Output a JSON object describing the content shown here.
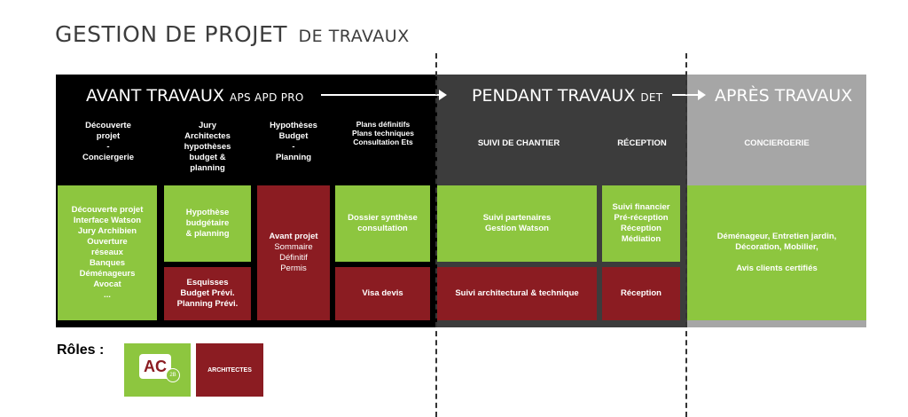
{
  "title": {
    "main": "GESTION DE PROJET",
    "sub": "DE TRAVAUX"
  },
  "phases": {
    "avant": {
      "label": "AVANT TRAVAUX",
      "tag": "APS APD PRO"
    },
    "pendant": {
      "label": "PENDANT TRAVAUX",
      "tag": "DET"
    },
    "apres": {
      "label": "APRÈS TRAVAUX"
    }
  },
  "columns": [
    "Découverte\nprojet\n-\nConciergerie",
    "Jury\nArchitectes\nhypothèses\nbudget &\nplanning",
    "Hypothèses\nBudget\n-\nPlanning",
    "Plans définitifs\nPlans techniques\nConsultation Ets",
    "SUIVI DE CHANTIER",
    "RÉCEPTION",
    "CONCIERGERIE"
  ],
  "boxes": {
    "c1": "Découverte projet\nInterface Watson\nJury Archibien\nOuverture\nréseaux\nBanques\nDéménageurs\nAvocat\n...",
    "c2_top": "Hypothèse\nbudgétaire\n& planning",
    "c2_bottom": "Esquisses\nBudget Prévi.\nPlanning Prévi.",
    "c3_title": "Avant projet",
    "c3_body": "Sommaire\nDéfinitif\nPermis",
    "c4_top": "Dossier synthèse\nconsultation",
    "c4_bottom": "Visa devis",
    "c5_top": "Suivi partenaires\nGestion Watson",
    "c5_bottom": "Suivi architectural & technique",
    "c6_top": "Suivi financier\nPré-réception\nRéception\nMédiation",
    "c6_bottom": "Réception",
    "c7_line1": "Déménageur, Entretien jardin,\nDécoration, Mobilier,",
    "c7_line2": "Avis clients certifiés"
  },
  "roles": {
    "label": "Rôles :",
    "logo_text": "AC",
    "logo_badge": "2B",
    "architects": "ARCHITECTES"
  },
  "colors": {
    "green": "#8dc63f",
    "red": "#8b1c22",
    "black": "#000000",
    "dark_gray": "#3c3c3c",
    "light_gray": "#a6a6a6"
  }
}
